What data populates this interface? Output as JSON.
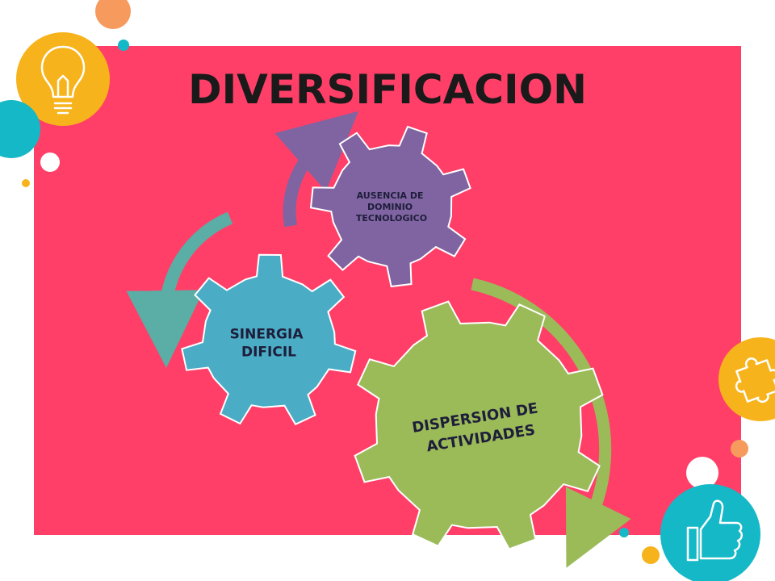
{
  "title": "DIVERSIFICACION",
  "gears": [
    {
      "lines": [
        "AUSENCIA DE",
        "DOMINIO",
        "TECNOLOGICO"
      ],
      "color": "#8064a2"
    },
    {
      "lines": [
        "SINERGIA",
        "DIFICIL"
      ],
      "color": "#4bacc6"
    },
    {
      "lines": [
        "DISPERSION DE",
        "ACTIVIDADES"
      ],
      "color": "#9bbb59"
    }
  ],
  "colors": {
    "panel": "#ff3f68",
    "arrow_purple": "#8064a2",
    "arrow_teal": "#5aaea5",
    "arrow_green": "#9bbb59",
    "deco_yellow": "#f7b31c",
    "deco_teal": "#14b8c6",
    "deco_orange": "#f79a5e"
  },
  "icons": [
    "lightbulb-icon",
    "puzzle-icon",
    "thumbs-up-icon"
  ]
}
